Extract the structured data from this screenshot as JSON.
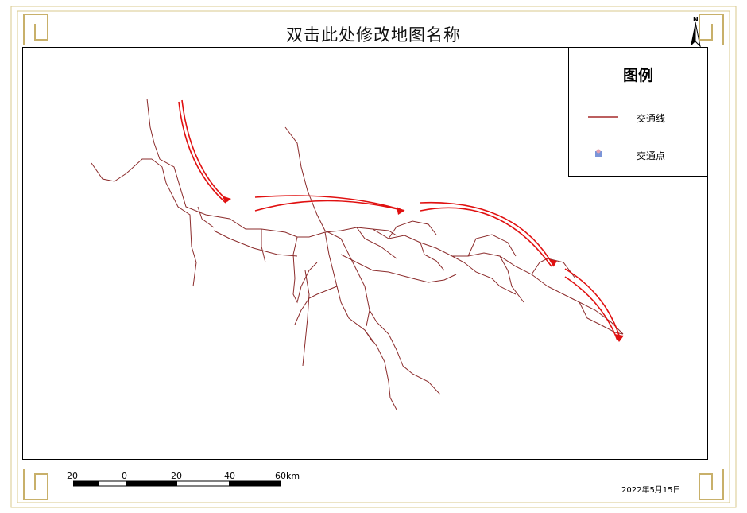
{
  "map": {
    "title": "双击此处修改地图名称",
    "legend": {
      "title": "图例",
      "items": [
        {
          "label": "交通线",
          "color": "#a52a2a"
        },
        {
          "label": "交通点",
          "color": "#6a8fd8"
        }
      ]
    },
    "scale_bar": {
      "labels": [
        "20",
        "0",
        "20",
        "40",
        "60km"
      ]
    },
    "date": "2022年5月15日",
    "north_label": "N",
    "colors": {
      "route": "#8b2b2b",
      "arrow": "#e01010",
      "label_box": "#f5b800",
      "frame_gold": "#c8b06a",
      "station": "#7b95d8"
    }
  }
}
